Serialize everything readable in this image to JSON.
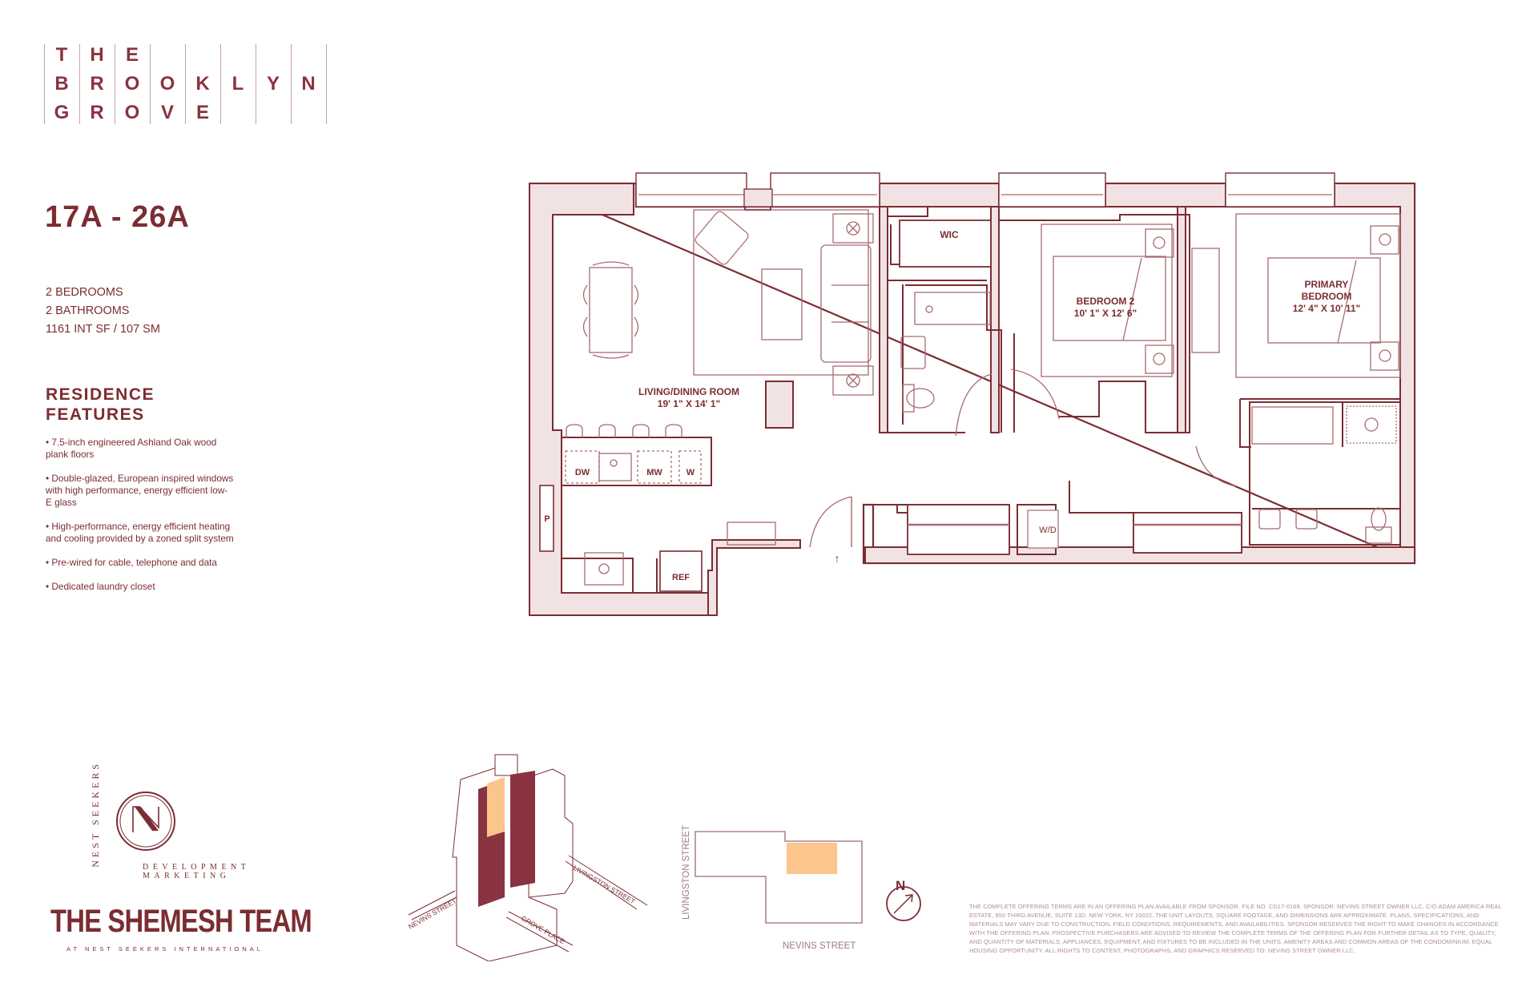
{
  "brand": {
    "logo_rows": [
      [
        "T",
        "H",
        "E"
      ],
      [
        "B",
        "R",
        "O",
        "O",
        "K",
        "L",
        "Y",
        "N"
      ],
      [
        "G",
        "R",
        "O",
        "V",
        "E"
      ]
    ],
    "name": "THE BROOKLYN GROVE"
  },
  "unit": {
    "title": "17A - 26A",
    "bedrooms": "2 BEDROOMS",
    "bathrooms": "2 BATHROOMS",
    "area": "1161 INT SF / 107 SM"
  },
  "features": {
    "heading_line1": "RESIDENCE",
    "heading_line2": "FEATURES",
    "items": [
      "• 7.5-inch engineered Ashland Oak wood plank floors",
      "• Double-glazed, European inspired windows with high performance, energy efficient low-E glass",
      "• High-performance, energy efficient heating and cooling provided by a zoned split system",
      "• Pre-wired for cable, telephone and data",
      "• Dedicated laundry closet"
    ]
  },
  "floorplan": {
    "rooms": {
      "living_name": "LIVING/DINING ROOM",
      "living_dims": "19' 1\" X 14' 1\"",
      "bed2_name": "BEDROOM 2",
      "bed2_dims": "10' 1\" X 12' 6\"",
      "primary_name_1": "PRIMARY",
      "primary_name_2": "BEDROOM",
      "primary_dims": "12' 4\" X 10' 11\"",
      "wic": "WIC"
    },
    "appliances": {
      "dw": "DW",
      "mw": "MW",
      "w": "W",
      "p": "P",
      "ref": "REF",
      "wd": "W/D"
    },
    "entry_arrow": "↑",
    "colors": {
      "wall_fill": "#f1e3e3",
      "wall_line": "#7b2d32",
      "furniture_line": "#a86a70"
    }
  },
  "marketing": {
    "nest_vertical": "NEST SEEKERS",
    "dev_line1": "DEVELOPMENT",
    "dev_line2": "MARKETING",
    "team": "THE SHEMESH TEAM",
    "team_sub": "AT NEST SEEKERS INTERNATIONAL"
  },
  "building_diagram": {
    "streets": [
      "NEVINS STREET",
      "GROVE PLACE",
      "LIVINGSTON STREET"
    ],
    "highlight_color": "#fbc58b"
  },
  "site_plan": {
    "street_left": "LIVINGSTON STREET",
    "street_bottom": "NEVINS STREET",
    "north_label": "N",
    "highlight_color": "#fbc58b"
  },
  "disclaimer": "THE COMPLETE OFFERING TERMS ARE IN AN OFFERING PLAN AVAILABLE FROM SPONSOR. FILE NO. CD17-0169. SPONSOR: NEVINS STREET OWNER LLC, C/O ADAM AMERICA REAL ESTATE, 850 THIRD AVENUE, SUITE 13D, NEW YORK, NY 10022. THE UNIT LAYOUTS, SQUARE FOOTAGE, AND DIMENSIONS ARE APPROXIMATE. PLANS, SPECIFICATIONS, AND MATERIALS MAY VARY DUE TO CONSTRUCTION, FIELD CONDITIONS, REQUIREMENTS, AND AVAILABILITIES. SPONSOR RESERVES THE RIGHT TO MAKE CHANGES IN ACCORDANCE WITH THE OFFERING PLAN. PROSPECTIVE PURCHASERS ARE ADVISED TO REVIEW THE COMPLETE TERMS OF THE OFFERING PLAN FOR FURTHER DETAIL AS TO TYPE, QUALITY, AND QUANTITY OF MATERIALS, APPLIANCES, EQUIPMENT, AND FIXTURES TO BE INCLUDED IN THE UNITS, AMENITY AREAS AND COMMON AREAS OF THE CONDOMINIUM. EQUAL HOUSING OPPORTUNITY. ALL RIGHTS TO CONTENT, PHOTOGRAPHS, AND GRAPHICS RESERVED TO: NEVINS STREET OWNER LLC."
}
